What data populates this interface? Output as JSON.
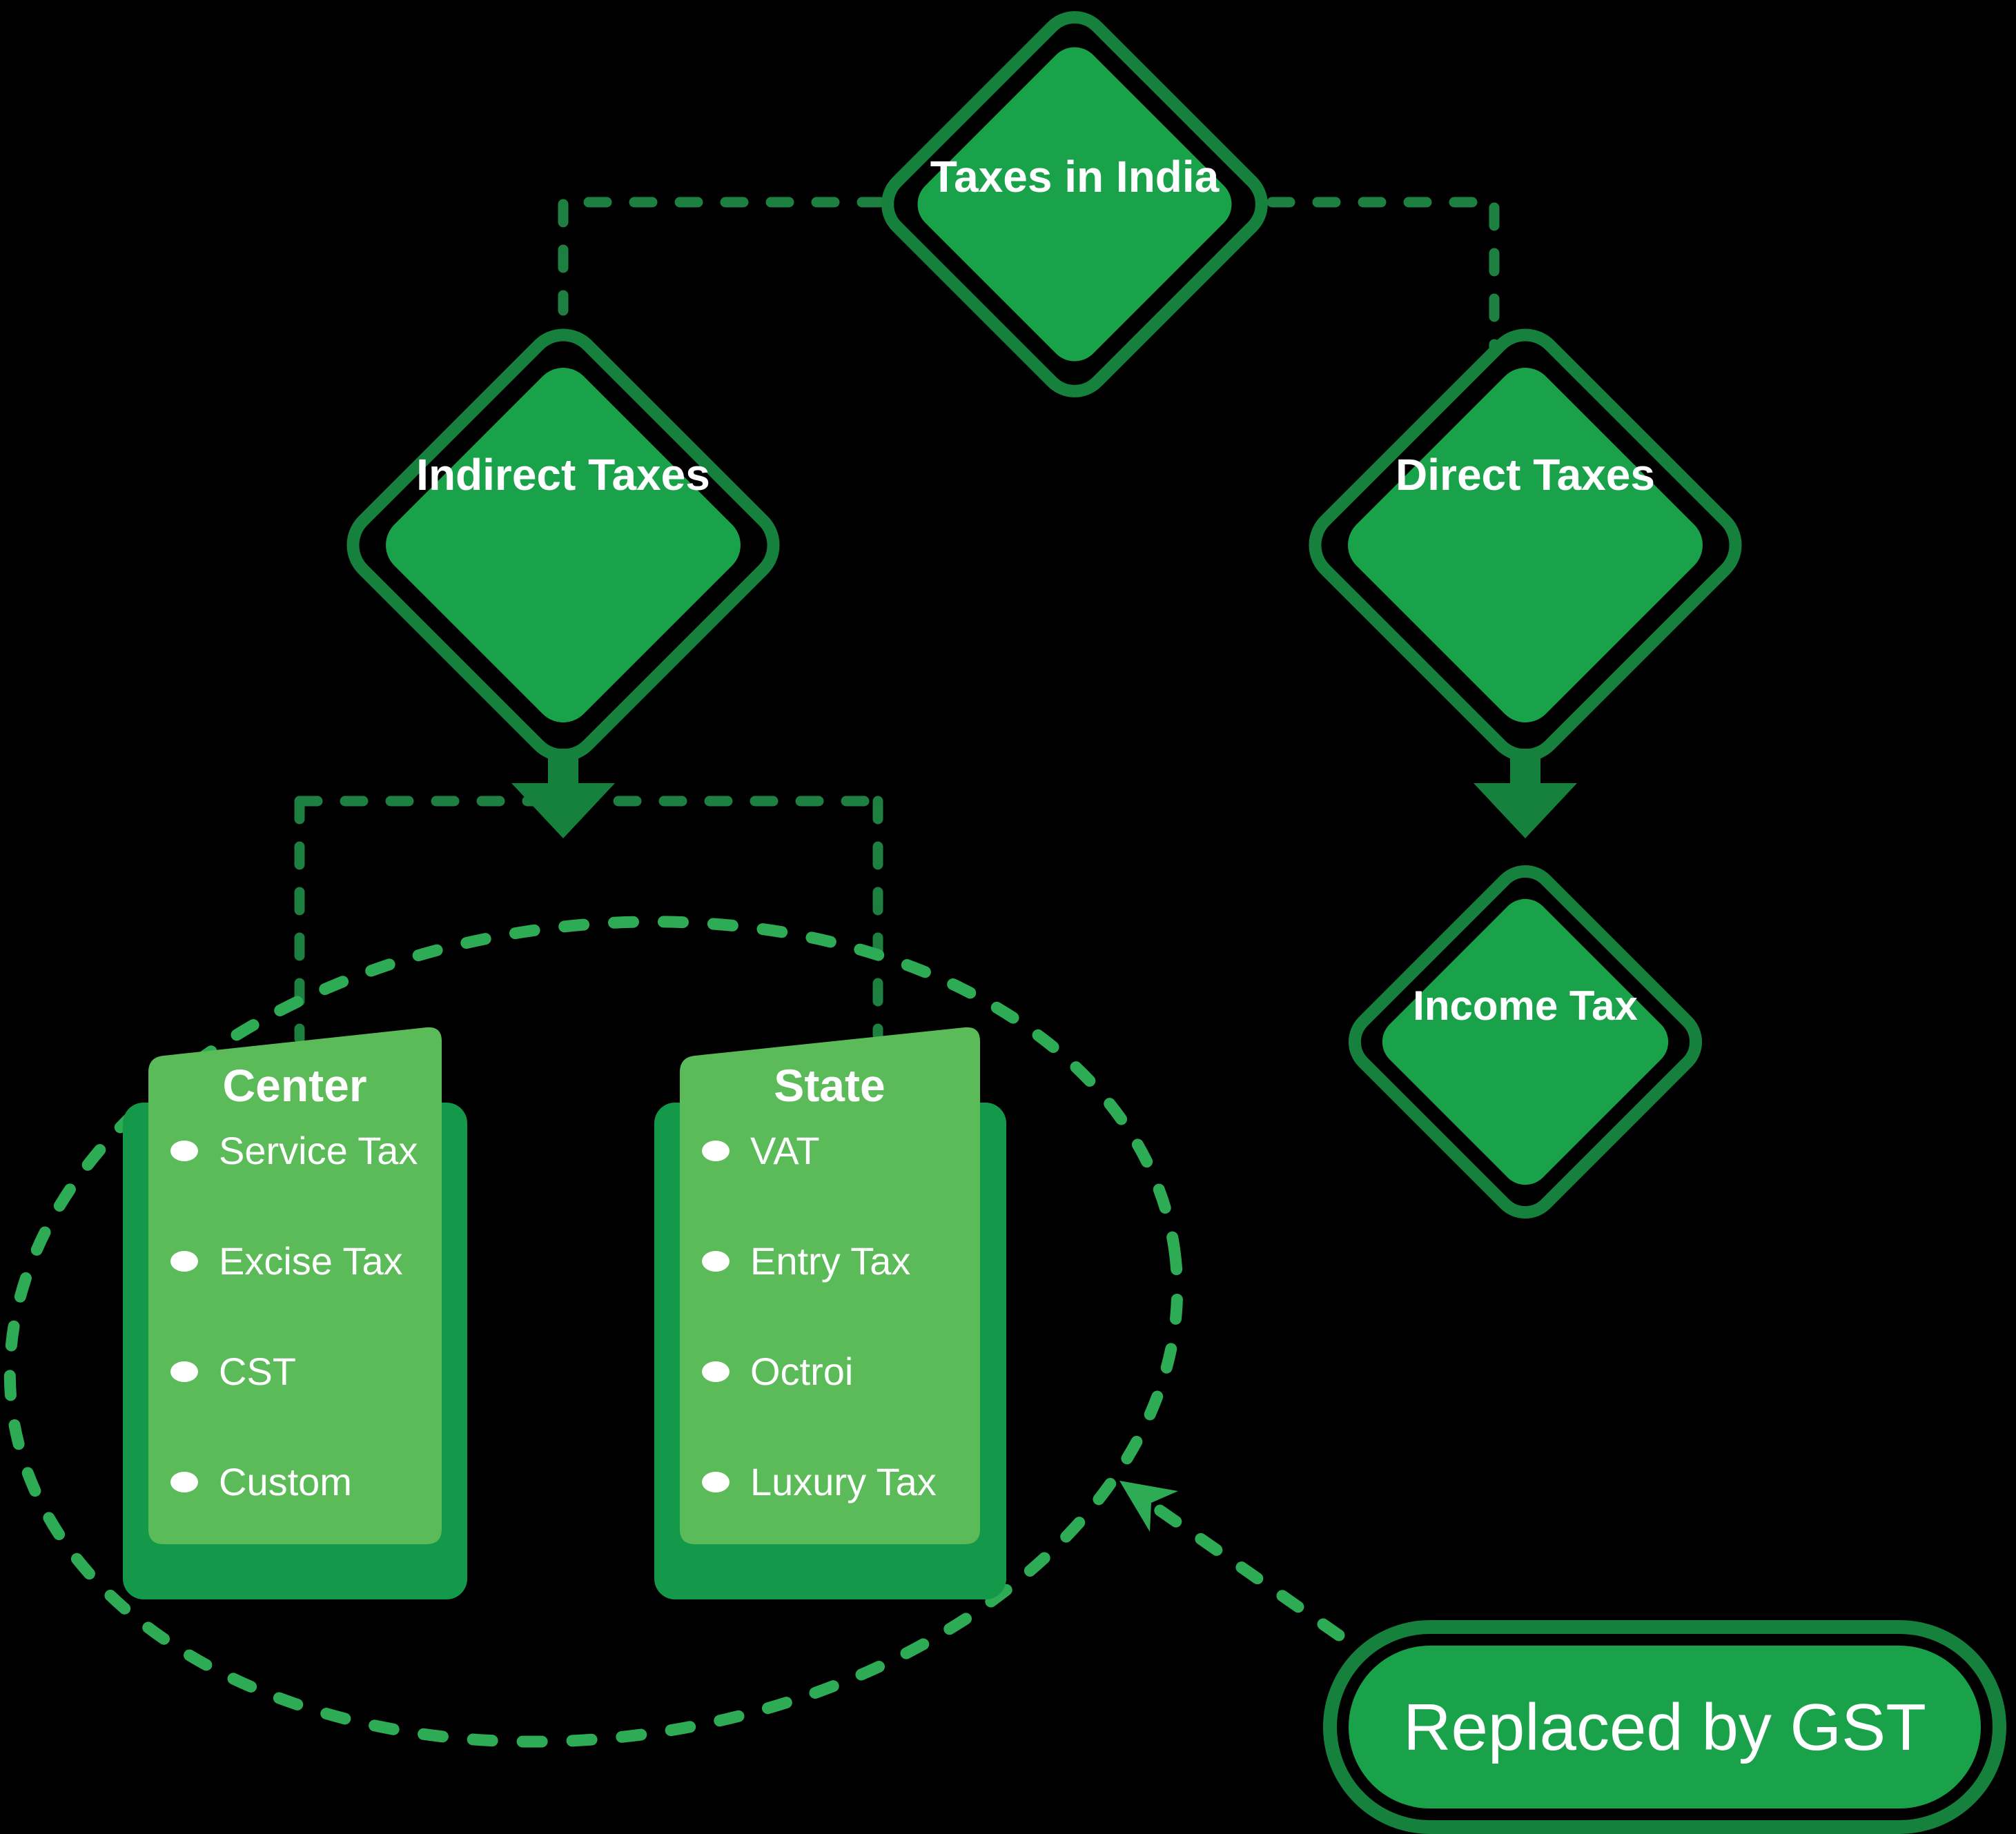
{
  "diagram_title": "Taxes in India",
  "colors": {
    "background": "#000000",
    "node_fill": "#1aa24b",
    "node_ring": "#15813c",
    "card_front": "#5cbb59",
    "card_back": "#14994a",
    "dash_dark": "#1d8041",
    "dash_bright": "#2eac55",
    "text": "#ffffff"
  },
  "nodes": {
    "root": {
      "label": "Taxes in India"
    },
    "indirect": {
      "label": "Indirect Taxes"
    },
    "direct": {
      "label": "Direct Taxes"
    },
    "income": {
      "label": "Income Tax"
    }
  },
  "cards": [
    {
      "title": "Center",
      "items": [
        "Service Tax",
        "Excise Tax",
        "CST",
        "Custom"
      ]
    },
    {
      "title": "State",
      "items": [
        "VAT",
        "Entry Tax",
        "Octroi",
        "Luxury Tax"
      ]
    }
  ],
  "callout": {
    "label": "Replaced by GST"
  },
  "icons": [
    "down-arrow-icon",
    "down-arrow-icon",
    "dashed-elbow-connector",
    "dashed-elbow-connector",
    "dashed-bracket-connector",
    "dashed-highlight-ellipse",
    "dashed-arrow-icon",
    "bullet-dot-icon"
  ]
}
